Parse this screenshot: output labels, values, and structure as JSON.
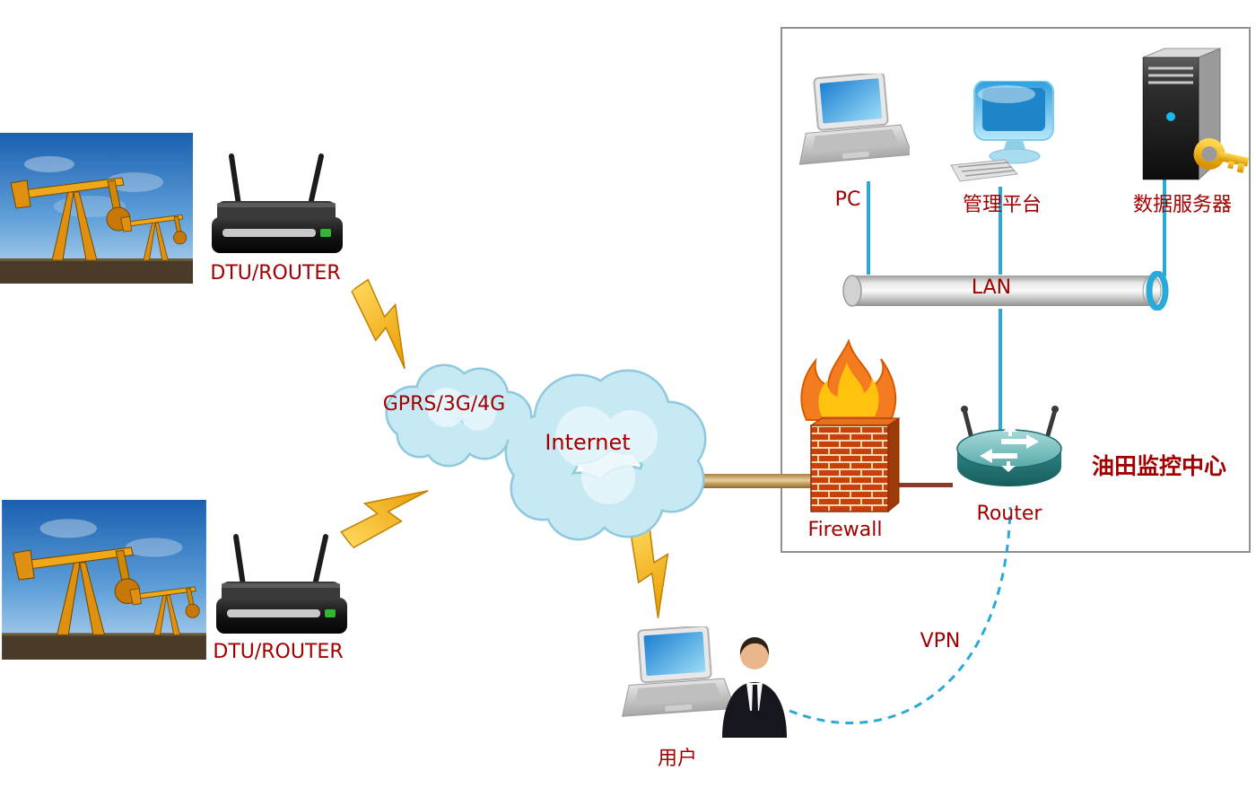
{
  "labels": {
    "dtu_router_top": "DTU/ROUTER",
    "dtu_router_bottom": "DTU/ROUTER",
    "gprs_network": "GPRS/3G/4G",
    "internet": "Internet",
    "pc": "PC",
    "management_platform": "管理平台",
    "data_server": "数据服务器",
    "lan": "LAN",
    "firewall": "Firewall",
    "router": "Router",
    "monitoring_center": "油田监控中心",
    "user": "用户",
    "vpn": "VPN"
  },
  "colors": {
    "label_red": "#A00000",
    "line_cyan": "#2BAAD8",
    "bolt_gold": "#F2B200",
    "cloud_fill": "#C7E9F3",
    "pipe_tan": "#CBA368",
    "box_border": "#909090"
  }
}
